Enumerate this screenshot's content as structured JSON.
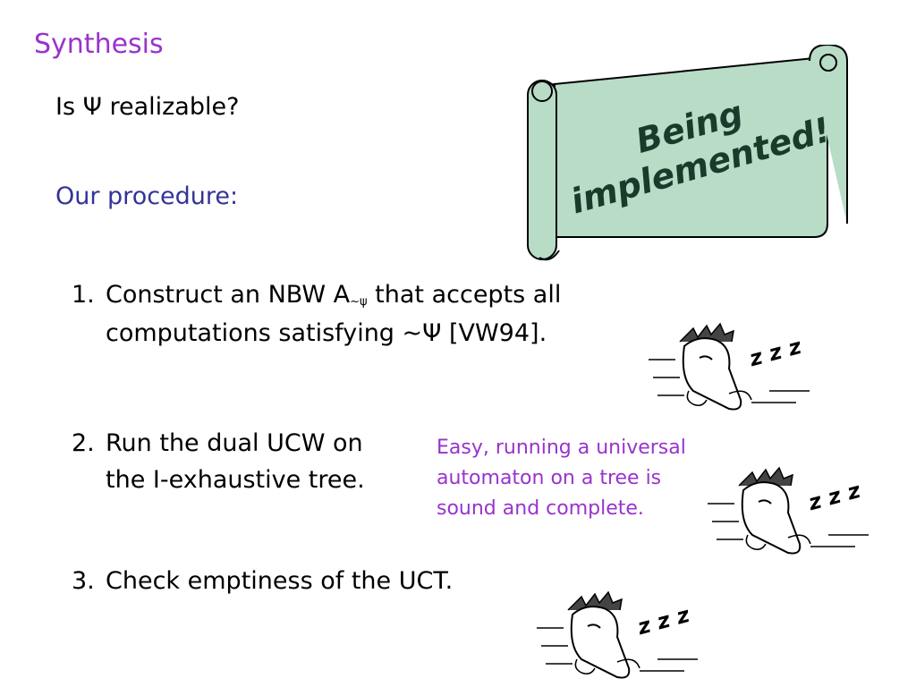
{
  "slide": {
    "title": "Synthesis",
    "question": "Is Ψ realizable?",
    "procedure_heading": "Our procedure:",
    "banner_line1": "Being",
    "banner_line2": "implemented!",
    "steps": [
      {
        "number": "1.",
        "line1_before": "Construct an NBW A",
        "line1_sub": "~ψ",
        "line1_after": " that accepts all",
        "line2": "computations satisfying  ~Ψ [VW94]."
      },
      {
        "number": "2.",
        "line1": "Run the dual UCW on",
        "line2": "the I-exhaustive tree."
      },
      {
        "number": "3.",
        "line1": "Check emptiness of the UCT."
      }
    ],
    "note_lines": [
      "Easy, running a universal",
      "automaton on a tree is",
      "sound and complete."
    ],
    "sleep_text": "z z z",
    "colors": {
      "title": "#9933cc",
      "procedure": "#333399",
      "note": "#9933cc",
      "scroll_fill": "#b8dcc6"
    }
  }
}
